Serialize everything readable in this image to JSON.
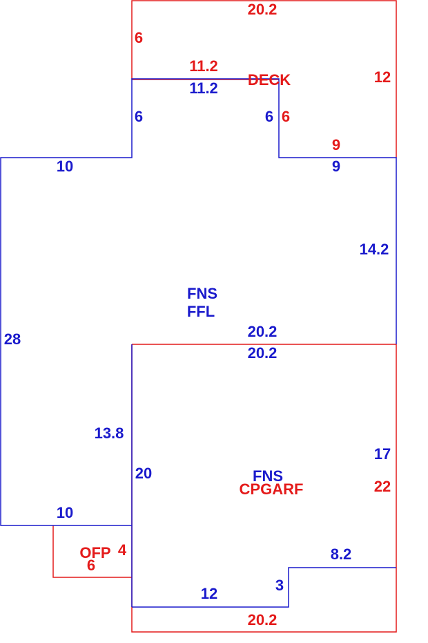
{
  "colors": {
    "main": "#1a1acc",
    "other": "#e41a1a"
  },
  "areas": {
    "deck": "DECK",
    "main_line1": "FNS",
    "main_line2": "FFL",
    "garage_line1": "FNS",
    "garage_line2": "CPGARF",
    "porch": "OFP"
  },
  "dimensions": {
    "deck_top": "20.2",
    "deck_left": "6",
    "deck_right": "12",
    "deck_inner_top": "11.2",
    "deck_inner_side": "6",
    "deck_lower": "9",
    "main_inner_top": "11.2",
    "main_left_step": "6",
    "main_inner_side": "6",
    "main_upper_left": "10",
    "main_upper_right": "9",
    "main_right": "14.2",
    "main_left": "28",
    "main_bottom": "20.2",
    "main_lower_left_side": "13.8",
    "main_lower_left": "10",
    "garage_top": "20.2",
    "garage_left": "20",
    "garage_right_upper": "17",
    "garage_right": "22",
    "garage_step_top": "8.2",
    "garage_step_side": "3",
    "garage_bottom_inner": "12",
    "garage_bottom": "20.2",
    "porch_side": "4",
    "porch_bottom": "6"
  }
}
